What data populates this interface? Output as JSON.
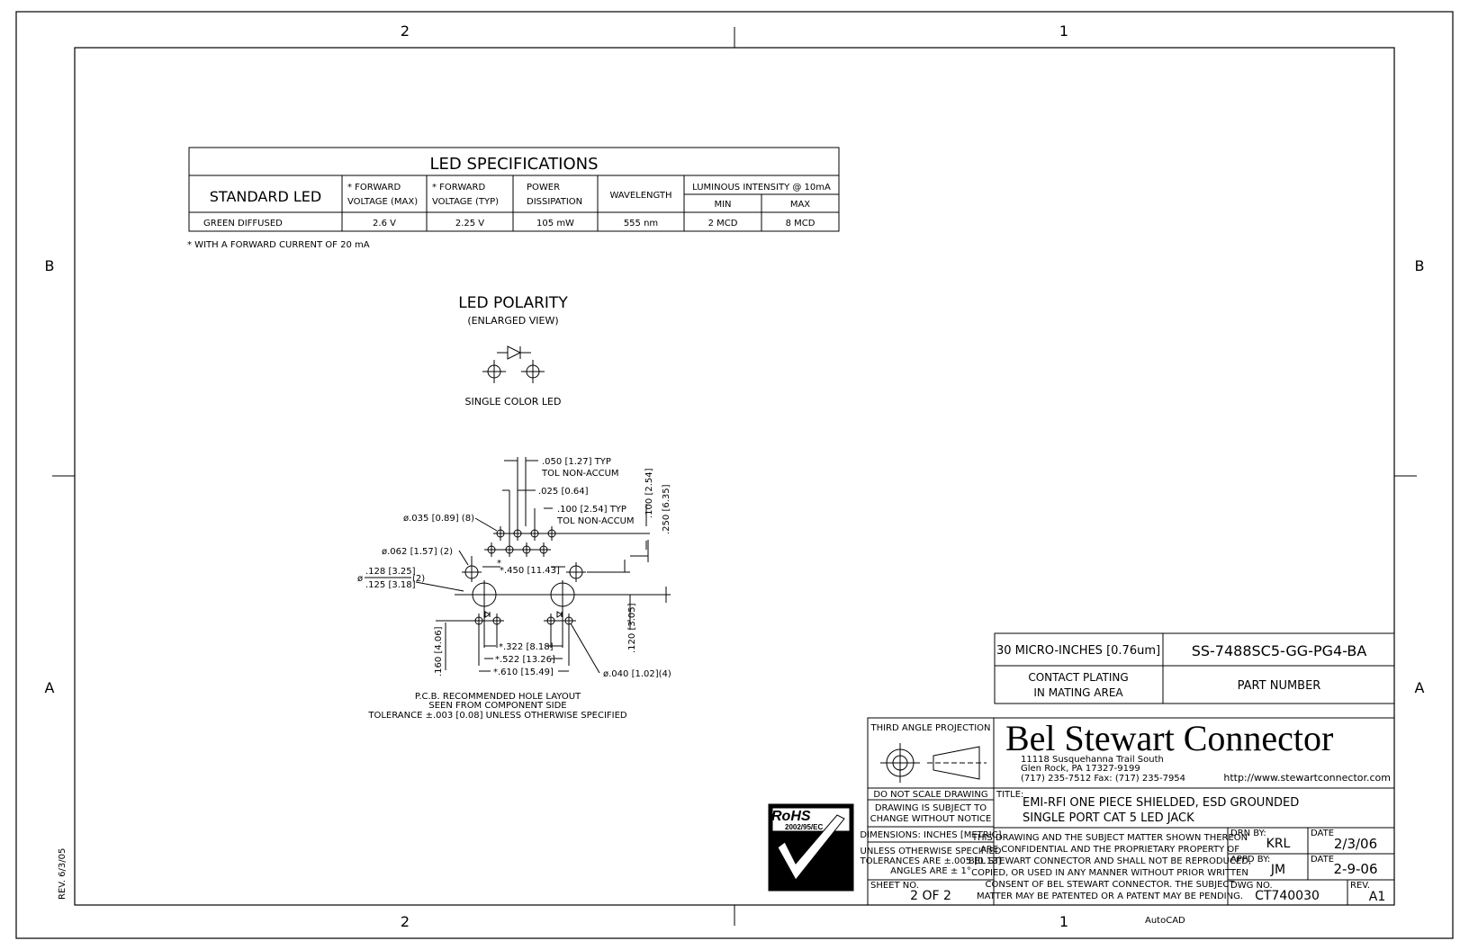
{
  "zones": {
    "top_left": "2",
    "top_right": "1",
    "bottom_left": "2",
    "bottom_right": "1",
    "left_upper": "B",
    "left_lower": "A",
    "right_upper": "B",
    "right_lower": "A"
  },
  "rev_note": "REV. 6/3/05",
  "autocad": "AutoCAD",
  "led_specs": {
    "title": "LED SPECIFICATIONS",
    "header_standard": "STANDARD LED",
    "h_fwd_max_1": "* FORWARD",
    "h_fwd_max_2": "VOLTAGE (MAX)",
    "h_fwd_typ_1": "* FORWARD",
    "h_fwd_typ_2": "VOLTAGE (TYP)",
    "h_power_1": "POWER",
    "h_power_2": "DISSIPATION",
    "h_wave": "WAVELENGTH",
    "h_lum": "LUMINOUS INTENSITY @ 10mA",
    "h_min": "MIN",
    "h_max": "MAX",
    "row": {
      "led": "GREEN DIFFUSED",
      "vmax": "2.6 V",
      "vtyp": "2.25 V",
      "power": "105 mW",
      "wave": "555 nm",
      "min": "2 MCD",
      "max": "8 MCD"
    },
    "note": "* WITH A FORWARD CURRENT OF 20 mA"
  },
  "polarity": {
    "title": "LED POLARITY",
    "subtitle": "(ENLARGED VIEW)",
    "caption": "SINGLE COLOR LED"
  },
  "hole_layout": {
    "d050": ".050 [1.27] TYP",
    "d050_tol": "TOL NON-ACCUM",
    "d025": ".025 [0.64]",
    "d100": ".100 [2.54] TYP",
    "d100_tol": "TOL NON-ACCUM",
    "d035": "ø.035 [0.89] (8)",
    "d062": "ø.062 [1.57] (2)",
    "d128_sym": "ø",
    "d128a": ".128 [3.25]",
    "d128b": ".125 [3.18]",
    "d128_qty": "(2)",
    "d450": "*.450 [11.43]",
    "v100": ".100 [2.54]",
    "v250": ".250 [6.35]",
    "v120": ".120 [3.05]",
    "v160": ".160 [4.06]",
    "d322": "*.322 [8.18]",
    "d522": "*.522 [13.26]",
    "d610": "*.610 [15.49]",
    "d040": "ø.040 [1.02](4)",
    "star": "*",
    "caption1": "P.C.B. RECOMMENDED HOLE LAYOUT",
    "caption2": "SEEN FROM COMPONENT SIDE",
    "caption3": "TOLERANCE ±.003 [0.08] UNLESS OTHERWISE SPECIFIED"
  },
  "rohs": {
    "label": "RoHS",
    "sub": "2002/95/EC"
  },
  "part_block": {
    "plating": "30 MICRO-INCHES [0.76um]",
    "part_number": "SS-7488SC5-GG-PG4-BA",
    "plating_label_1": "CONTACT PLATING",
    "plating_label_2": "IN MATING AREA",
    "part_label": "PART NUMBER"
  },
  "title_block": {
    "projection": "THIRD ANGLE PROJECTION",
    "company": "Bel Stewart Connector",
    "addr1": "11118 Susquehanna Trail South",
    "addr2": "Glen Rock, PA  17327-9199",
    "addr3": "(717) 235-7512  Fax: (717) 235-7954",
    "url": "http://www.stewartconnector.com",
    "no_scale": "DO NOT SCALE DRAWING",
    "subject1": "DRAWING IS SUBJECT TO",
    "subject2": "CHANGE WITHOUT NOTICE",
    "dims": "DIMENSIONS: INCHES [METRIC]",
    "tol1": "UNLESS OTHERWISE SPECIFIED",
    "tol2": "TOLERANCES ARE ±.005 [0.13]",
    "tol3": "ANGLES ARE ± 1°",
    "sheet_label": "SHEET NO.",
    "sheet": "2 OF 2",
    "title_label": "TITLE:",
    "title1": "EMI-RFI ONE PIECE SHIELDED, ESD GROUNDED",
    "title2": "SINGLE PORT CAT 5 LED JACK",
    "prop1": "THIS DRAWING AND THE SUBJECT MATTER SHOWN THEREON",
    "prop2": "ARE CONFIDENTIAL AND THE PROPRIETARY PROPERTY OF",
    "prop3": "BEL STEWART CONNECTOR AND SHALL NOT BE REPRODUCED,",
    "prop4": "COPIED, OR USED IN ANY MANNER WITHOUT PRIOR WRITTEN",
    "prop5": "CONSENT OF BEL STEWART CONNECTOR.  THE SUBJECT",
    "prop6": "MATTER MAY BE PATENTED OR A PATENT MAY BE PENDING.",
    "drn_label": "DRN BY:",
    "drn": "KRL",
    "date_label": "DATE",
    "date1": "2/3/06",
    "appd_label": "APPD BY:",
    "appd": "JM",
    "date2": "2-9-06",
    "dwg_label": "DWG NO.",
    "dwg": "CT740030",
    "rev_label": "REV.",
    "rev": "A1"
  }
}
